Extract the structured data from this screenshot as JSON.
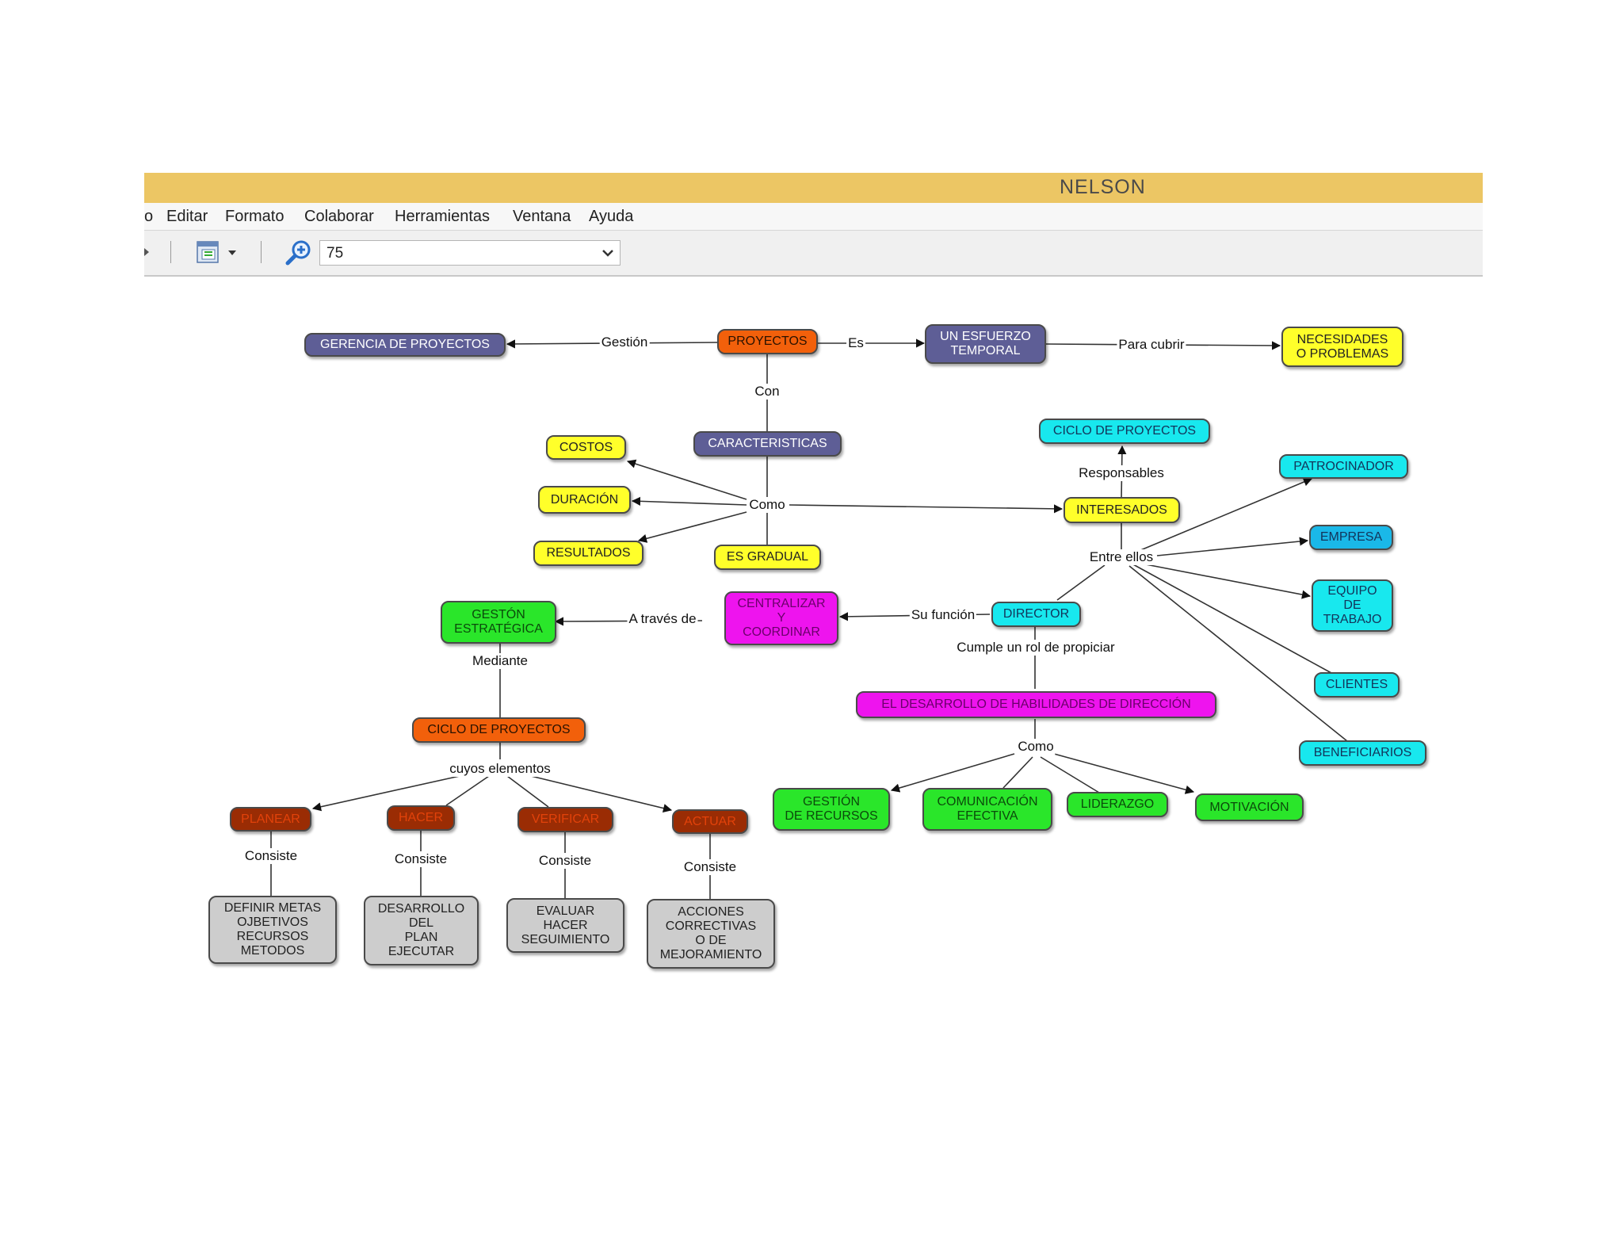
{
  "window": {
    "title": "NELSON"
  },
  "menu": [
    "o",
    "Editar",
    "Formato",
    "Colaborar",
    "Herramientas",
    "Ventana",
    "Ayuda"
  ],
  "toolbar": {
    "zoom_value": "75"
  },
  "colors": {
    "titlebar": "#ecc664",
    "slate": "#5e5e96",
    "orange": "#f2600b",
    "yellow": "#ffff2a",
    "cyan": "#18e8ee",
    "blue": "#1ab8e8",
    "magenta": "#ee14ee",
    "green": "#2ae62a",
    "brown": "#9a2c04",
    "gray": "#cdcdcd"
  },
  "concepts": {
    "gerencia": "GERENCIA DE PROYECTOS",
    "proyectos": "PROYECTOS",
    "esfuerzo": "UN ESFUERZO\nTEMPORAL",
    "necesidades": "NECESIDADES\nO PROBLEMAS",
    "caracteristicas": "CARACTERISTICAS",
    "costos": "COSTOS",
    "duracion": "DURACIÓN",
    "resultados": "RESULTADOS",
    "gradual": "ES GRADUAL",
    "ciclo_top": "CICLO DE PROYECTOS",
    "interesados": "INTERESADOS",
    "patrocinador": "PATROCINADOR",
    "empresa": "EMPRESA",
    "equipo": "EQUIPO\nDE\nTRABAJO",
    "clientes": "CLIENTES",
    "beneficiarios": "BENEFICIARIOS",
    "director": "DIRECTOR",
    "centralizar": "CENTRALIZAR\nY\nCOORDINAR",
    "gestion_estrategica": "GESTÓN\nESTRATÉGICA",
    "ciclo_main": "CICLO DE PROYECTOS",
    "desarrollo": "EL DESARROLLO DE HABILIDADES DE DIRECCIÓN",
    "gestion_recursos": "GESTIÓN\nDE RECURSOS",
    "comunicacion": "COMUNICACIÓN\nEFECTIVA",
    "liderazgo": "LIDERAZGO",
    "motivacion": "MOTIVACIÓN",
    "planear": "PLANEAR",
    "hacer": "HACER",
    "verificar": "VERIFICAR",
    "actuar": "ACTUAR",
    "definir": "DEFINIR METAS\nOJBETIVOS\nRECURSOS\nMETODOS",
    "desarrollo_plan": "DESARROLLO\nDEL\nPLAN\nEJECUTAR",
    "evaluar": "EVALUAR\nHACER\nSEGUIMIENTO",
    "acciones": "ACCIONES\nCORRECTIVAS\nO DE\nMEJORAMIENTO"
  },
  "links": {
    "gestion": "Gestión",
    "es": "Es",
    "para_cubrir": "Para cubrir",
    "con": "Con",
    "como_caract": "Como",
    "responsables": "Responsables",
    "entre_ellos": "Entre ellos",
    "su_funcion": "Su función",
    "a_traves_de": "A través de",
    "cumple": "Cumple un rol de propiciar",
    "mediante": "Mediante",
    "cuyos_elementos": "cuyos elementos",
    "como_hab": "Como",
    "consiste_planear": "Consiste",
    "consiste_hacer": "Consiste",
    "consiste_verificar": "Consiste",
    "consiste_actuar": "Consiste"
  }
}
